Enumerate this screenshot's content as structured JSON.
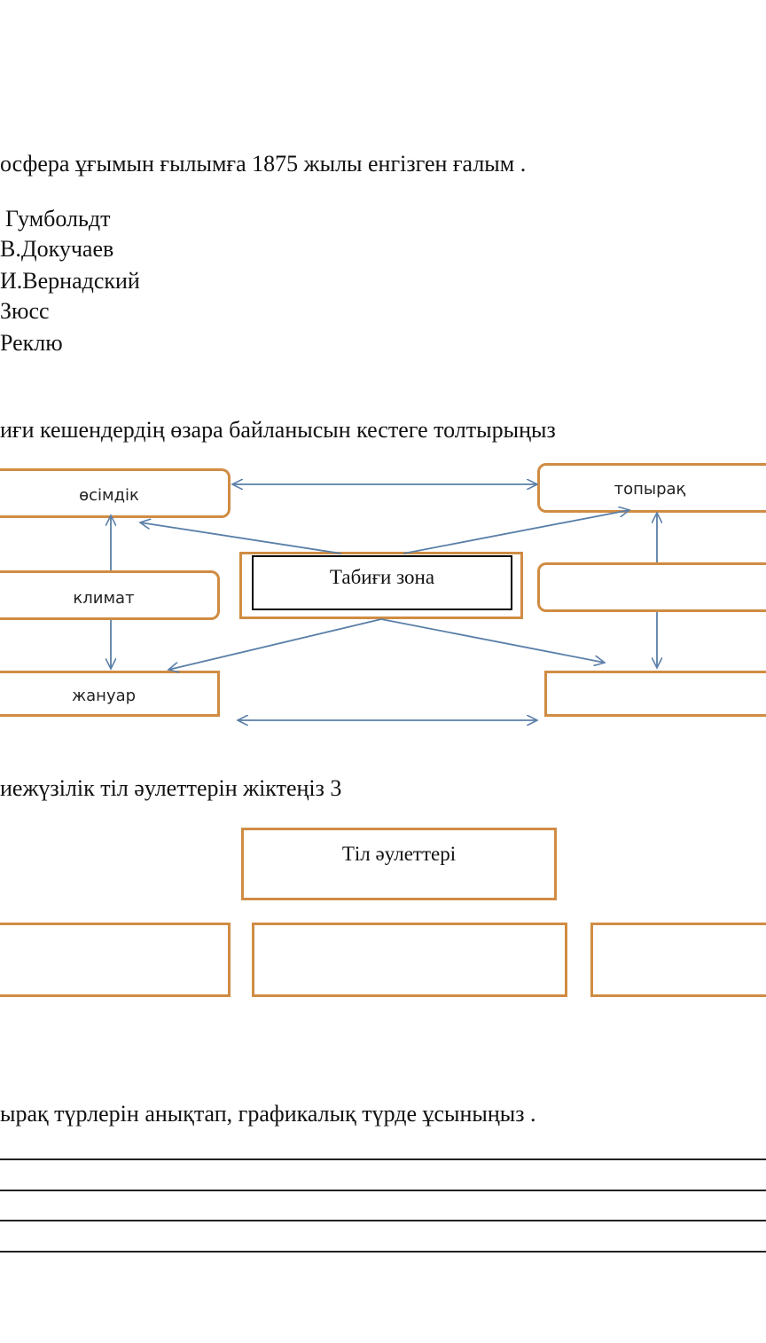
{
  "q1": {
    "text": "осфера  ұғымын  ғылымға 1875 жылы  енгізген  ғалым .",
    "options": [
      "Гумбольдт",
      "В.Докучаев",
      "И.Вернадский",
      "Зюсс",
      "Реклю"
    ]
  },
  "q2": {
    "text": "иғи  кешендердің  өзара  байланысын  кестеге толтырыңыз",
    "center": "Табиғи зона",
    "boxes": {
      "plant": "өсімдік",
      "soil": "топырақ",
      "climate": "климат",
      "animal": "жануар"
    }
  },
  "q3": {
    "text": "иежүзілік тіл әулеттерін жіктеңіз 3",
    "top_box": "Тіл әулеттері"
  },
  "q4": {
    "text": "ырақ  түрлерін анықтап, графикалық  түрде  ұсыныңыз ."
  },
  "colors": {
    "box_border": "#d08c43",
    "arrow": "#5a7fa8"
  }
}
